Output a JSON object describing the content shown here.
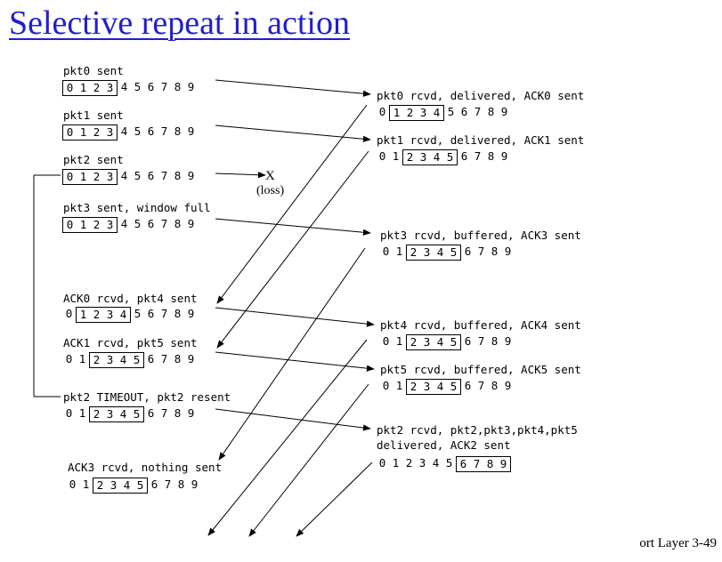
{
  "title": "Selective repeat in action",
  "sender": {
    "events": [
      {
        "label": "pkt0 sent",
        "window": [
          0,
          3
        ]
      },
      {
        "label": "pkt1 sent",
        "window": [
          0,
          3
        ]
      },
      {
        "label": "pkt2 sent",
        "window": [
          0,
          3
        ]
      },
      {
        "label": "pkt3 sent, window full",
        "window": [
          0,
          3
        ]
      },
      {
        "label": "ACK0 rcvd, pkt4 sent",
        "window": [
          1,
          4
        ]
      },
      {
        "label": "ACK1 rcvd, pkt5 sent",
        "window": [
          2,
          5
        ]
      },
      {
        "label": "pkt2 TIMEOUT, pkt2 resent",
        "window": [
          2,
          5
        ]
      },
      {
        "label": "ACK3 rcvd, nothing sent",
        "window": [
          2,
          5
        ]
      }
    ]
  },
  "receiver": {
    "events": [
      {
        "label": "pkt0 rcvd, delivered, ACK0 sent",
        "window": [
          1,
          4
        ]
      },
      {
        "label": "pkt1 rcvd, delivered, ACK1 sent",
        "window": [
          2,
          5
        ]
      },
      {
        "label": "pkt3 rcvd, buffered, ACK3 sent",
        "window": [
          2,
          5
        ]
      },
      {
        "label": "pkt4 rcvd, buffered, ACK4 sent",
        "window": [
          2,
          5
        ]
      },
      {
        "label": "pkt5 rcvd, buffered, ACK5 sent",
        "window": [
          2,
          5
        ]
      },
      {
        "label": "pkt2 rcvd, pkt2,pkt3,pkt4,pkt5",
        "label2": "delivered, ACK2 sent",
        "window": [
          6,
          9
        ]
      }
    ]
  },
  "sequence_numbers": [
    "0",
    "1",
    "2",
    "3",
    "4",
    "5",
    "6",
    "7",
    "8",
    "9"
  ],
  "loss_marker": "X",
  "loss_label": "(loss)",
  "footer": "ort Layer   3-49"
}
